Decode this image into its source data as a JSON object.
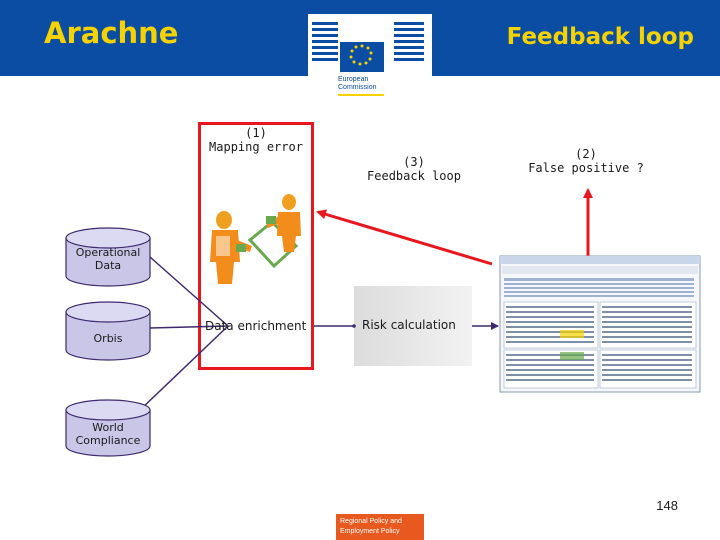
{
  "header": {
    "title_left": "Arachne",
    "title_right": "Feedback loop",
    "logo_line1": "European",
    "logo_line2": "Commission"
  },
  "sources": [
    {
      "label": "Operational\nData"
    },
    {
      "label": "Orbis"
    },
    {
      "label": "World\nCompliance"
    }
  ],
  "notes": {
    "mapping_error": "(1)\nMapping error",
    "feedback_loop": "(3)\nFeedback loop",
    "false_positive": "(2)\nFalse positive ?"
  },
  "steps": {
    "data_enrichment": "Data enrichment",
    "risk_calculation": "Risk calculation"
  },
  "footer": {
    "page_number": "148",
    "tag_line1": "Regional Policy and",
    "tag_line2": "Employment Policy"
  },
  "colors": {
    "header_blue": "#0b4da2",
    "title_yellow": "#f6d200",
    "highlight_red": "#e8171d",
    "connector_purple": "#3d2a6e",
    "footer_orange": "#e8591f"
  }
}
